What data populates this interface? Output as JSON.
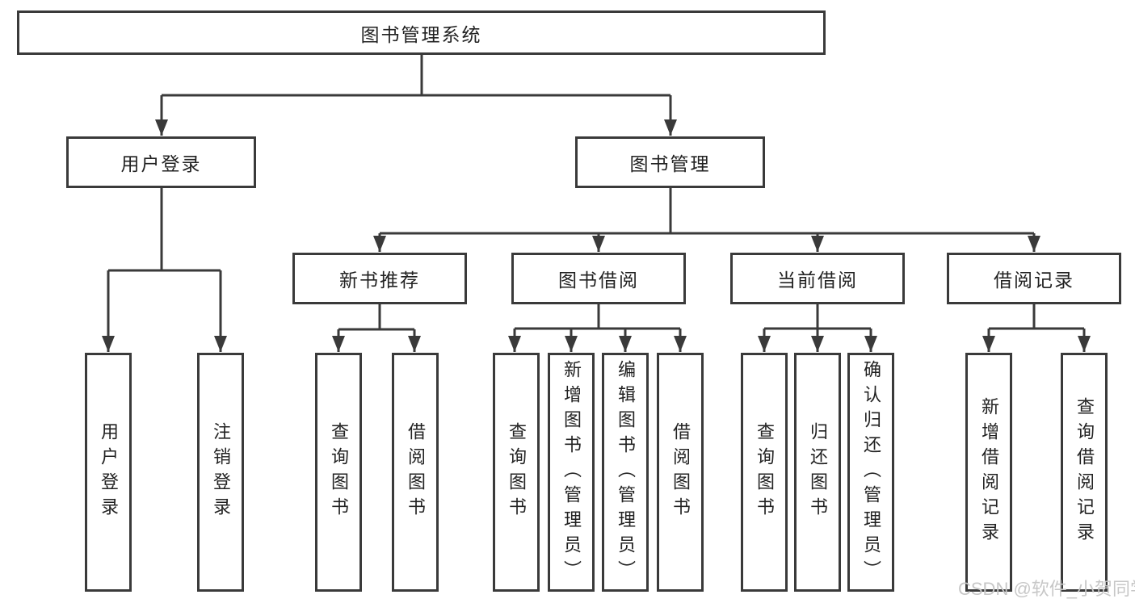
{
  "diagram": {
    "root": "图书管理系统",
    "branches": [
      {
        "label": "用户登录",
        "children": [
          "用户登录",
          "注销登录"
        ]
      },
      {
        "label": "图书管理",
        "sections": [
          {
            "label": "新书推荐",
            "children": [
              "查询图书",
              "借阅图书"
            ]
          },
          {
            "label": "图书借阅",
            "children": [
              "查询图书",
              "新增图书（管理员）",
              "编辑图书（管理员）",
              "借阅图书"
            ]
          },
          {
            "label": "当前借阅",
            "children": [
              "查询图书",
              "归还图书",
              "确认归还（管理员）"
            ]
          },
          {
            "label": "借阅记录",
            "children": [
              "新增借阅记录",
              "查询借阅记录"
            ]
          }
        ]
      }
    ]
  },
  "watermark": "CSDN @软件_小贺同学",
  "colors": {
    "line": "#3a3a3a",
    "text": "#222222",
    "watermark": "#c7c7c7",
    "background": "#ffffff"
  }
}
